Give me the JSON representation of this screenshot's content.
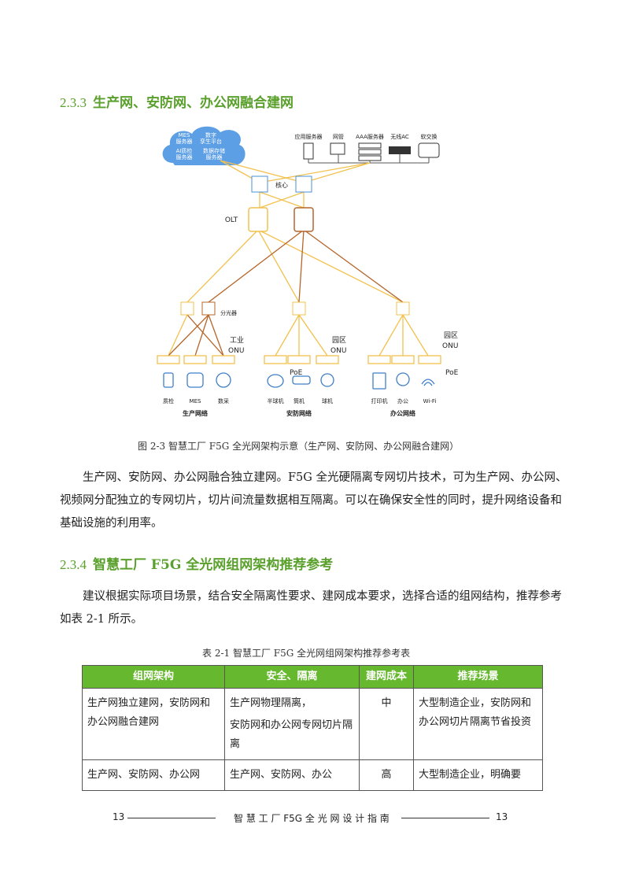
{
  "section_233": {
    "number": "2.3.3",
    "title": "生产网、安防网、办公网融合建网"
  },
  "figure": {
    "caption": "图 2-3  智慧工厂 F5G 全光网架构示意（生产网、安防网、办公网融合建网）",
    "cloud": [
      "MES",
      "服务器",
      "数字",
      "孪生平台",
      "AI质检",
      "服务器",
      "数据存储",
      "服务器"
    ],
    "servers": [
      "应用服务器",
      "网管",
      "AAA服务器",
      "无线AC",
      "软交换"
    ],
    "core_label": "核心",
    "olt_label": "OLT",
    "splitter_label": "分光器",
    "onu_labels": [
      "工业",
      "ONU",
      "园区",
      "ONU",
      "园区",
      "ONU"
    ],
    "poe": [
      "PoE",
      "PoE"
    ],
    "devices": [
      "质检",
      "MES",
      "数采",
      "半球机",
      "筒机",
      "球机",
      "打印机",
      "办公",
      "Wi-Fi"
    ],
    "groups": [
      "生产网络",
      "安防网络",
      "办公网络"
    ]
  },
  "para1": "生产网、安防网、办公网融合独立建网。F5G 全光硬隔离专网切片技术，可为生产网、办公网、视频网分配独立的专网切片，切片间流量数据相互隔离。可以在确保安全性的同时，提升网络设备和基础设施的利用率。",
  "section_234": {
    "number": "2.3.4",
    "title": "智慧工厂 F5G 全光网组网架构推荐参考"
  },
  "para2": "建议根据实际项目场景，结合安全隔离性要求、建网成本要求，选择合适的组网结构，推荐参考如表 2-1 所示。",
  "table": {
    "caption": "表 2-1  智慧工厂 F5G 全光网组网架构推荐参考表",
    "headers": [
      "组网架构",
      "安全、隔离",
      "建网成本",
      "推荐场景"
    ],
    "rows": [
      {
        "arch": "生产网独立建网，安防网和办公网融合建网",
        "sec1": "生产网物理隔离，",
        "sec2": "安防网和办公网专网切片隔离",
        "cost": "中",
        "scene": "大型制造企业，安防网和办公网切片隔离节省投资"
      },
      {
        "arch": "生产网、安防网、办公网",
        "sec1": "生产网、安防网、办公",
        "sec2": "",
        "cost": "高",
        "scene": "大型制造企业，明确要"
      }
    ]
  },
  "footer": {
    "left_page": "13",
    "title": "智 慧 工 厂  F5G 全 光 网 设 计 指 南",
    "right_page": "13"
  },
  "colors": {
    "heading": "#5aa02c",
    "table_header": "#66b82e",
    "link_yellow": "#f2c14e",
    "link_brown": "#b5652a",
    "cloud": "#4a8fd8"
  }
}
